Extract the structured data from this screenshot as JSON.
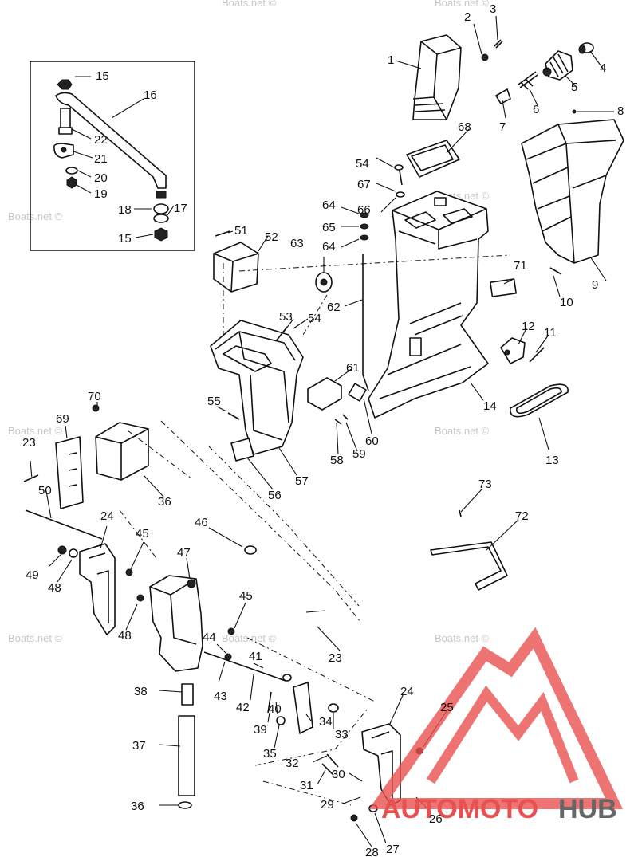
{
  "watermark": "Boats.net ©",
  "callouts": [
    "1",
    "2",
    "3",
    "4",
    "5",
    "6",
    "7",
    "8",
    "9",
    "10",
    "11",
    "12",
    "13",
    "14",
    "15",
    "15",
    "16",
    "17",
    "18",
    "19",
    "20",
    "21",
    "22",
    "23",
    "23",
    "24",
    "24",
    "25",
    "26",
    "27",
    "28",
    "29",
    "30",
    "31",
    "32",
    "33",
    "34",
    "35",
    "36",
    "36",
    "37",
    "38",
    "39",
    "40",
    "41",
    "42",
    "43",
    "44",
    "45",
    "45",
    "46",
    "47",
    "48",
    "48",
    "49",
    "50",
    "51",
    "52",
    "53",
    "54",
    "54",
    "55",
    "56",
    "57",
    "58",
    "59",
    "60",
    "61",
    "62",
    "63",
    "64",
    "64",
    "65",
    "66",
    "67",
    "68",
    "69",
    "70",
    "71",
    "72",
    "73"
  ],
  "logo": {
    "part1": "AUTOMOTO",
    "part2": "HUB",
    "color_red": "#e8514f",
    "color_gray": "#666666"
  }
}
